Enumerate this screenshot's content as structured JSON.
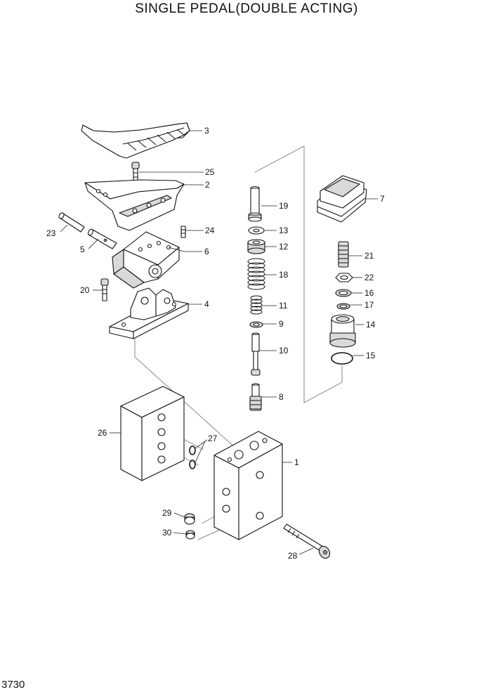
{
  "title": "SINGLE PEDAL(DOUBLE ACTING)",
  "page_number": "3730",
  "callouts": {
    "c1": "1",
    "c2": "2",
    "c3": "3",
    "c4": "4",
    "c5": "5",
    "c6": "6",
    "c7": "7",
    "c8": "8",
    "c9": "9",
    "c10": "10",
    "c11": "11",
    "c12": "12",
    "c13": "13",
    "c14": "14",
    "c15": "15",
    "c16": "16",
    "c17": "17",
    "c18": "18",
    "c19": "19",
    "c20": "20",
    "c21": "21",
    "c22": "22",
    "c23": "23",
    "c24": "24",
    "c25": "25",
    "c26": "26",
    "c27": "27",
    "c28": "28",
    "c29": "29",
    "c30": "30"
  }
}
